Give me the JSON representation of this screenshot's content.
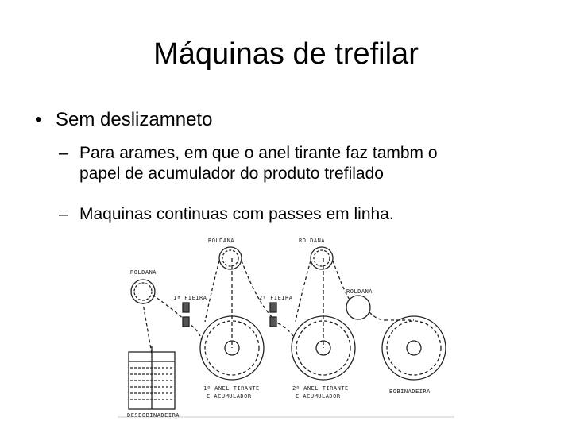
{
  "slide": {
    "title": "Máquinas de trefilar",
    "bullet": "Sem deslizamneto",
    "bullet_marker": "•",
    "sub_marker": "–",
    "sub_items": [
      {
        "line1": "Para arames, em que o anel tirante faz tambm o",
        "line2": "papel de acumulador do produto trefilado"
      },
      {
        "line1": "Maquinas continuas com passes em linha."
      }
    ]
  },
  "diagram": {
    "labels": {
      "roldana": "ROLDANA",
      "fieira1": "1ª  FIEIRA",
      "fieira2": "2ª  FIEIRA",
      "anel1_line1": "1º  ANEL   TIRANTE",
      "anel1_line2": "E   ACUMULADOR",
      "anel2_line1": "2º  ANEL   TIRANTE",
      "anel2_line2": "E   ACUMULADOR",
      "bobinadeira": "BOBINADEIRA",
      "desbobinadeira": "DESBOBINADEIRA"
    }
  }
}
